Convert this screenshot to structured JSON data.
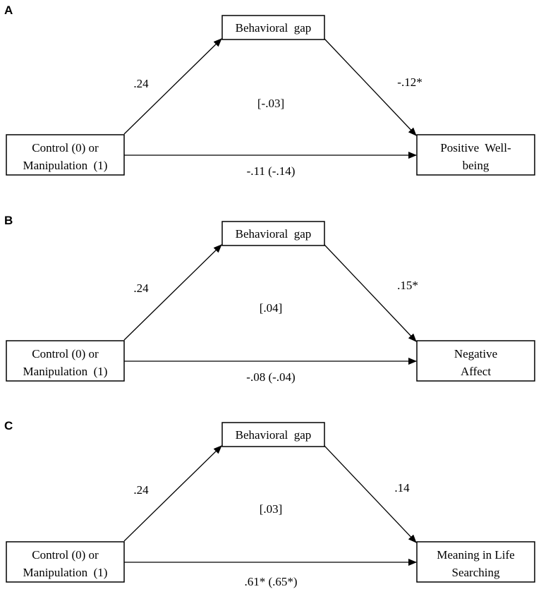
{
  "panels": [
    {
      "letter": "A",
      "mediator": "Behavioral  gap",
      "predictor": [
        "Control (0) or",
        "Manipulation  (1)"
      ],
      "outcome": [
        "Positive  Well-",
        "being"
      ],
      "path_a": ".24",
      "path_b": "-.12*",
      "indirect": "[-.03]",
      "direct": "-.11 (-.14)"
    },
    {
      "letter": "B",
      "mediator": "Behavioral  gap",
      "predictor": [
        "Control (0) or",
        "Manipulation  (1)"
      ],
      "outcome": [
        "Negative",
        "Affect"
      ],
      "path_a": ".24",
      "path_b": ".15*",
      "indirect": "[.04]",
      "direct": "-.08 (-.04)"
    },
    {
      "letter": "C",
      "mediator": "Behavioral  gap",
      "predictor": [
        "Control (0) or",
        "Manipulation  (1)"
      ],
      "outcome": [
        "Meaning in Life",
        "Searching"
      ],
      "path_a": ".24",
      "path_b": ".14",
      "indirect": "[.03]",
      "direct": ".61* (.65*)"
    }
  ]
}
